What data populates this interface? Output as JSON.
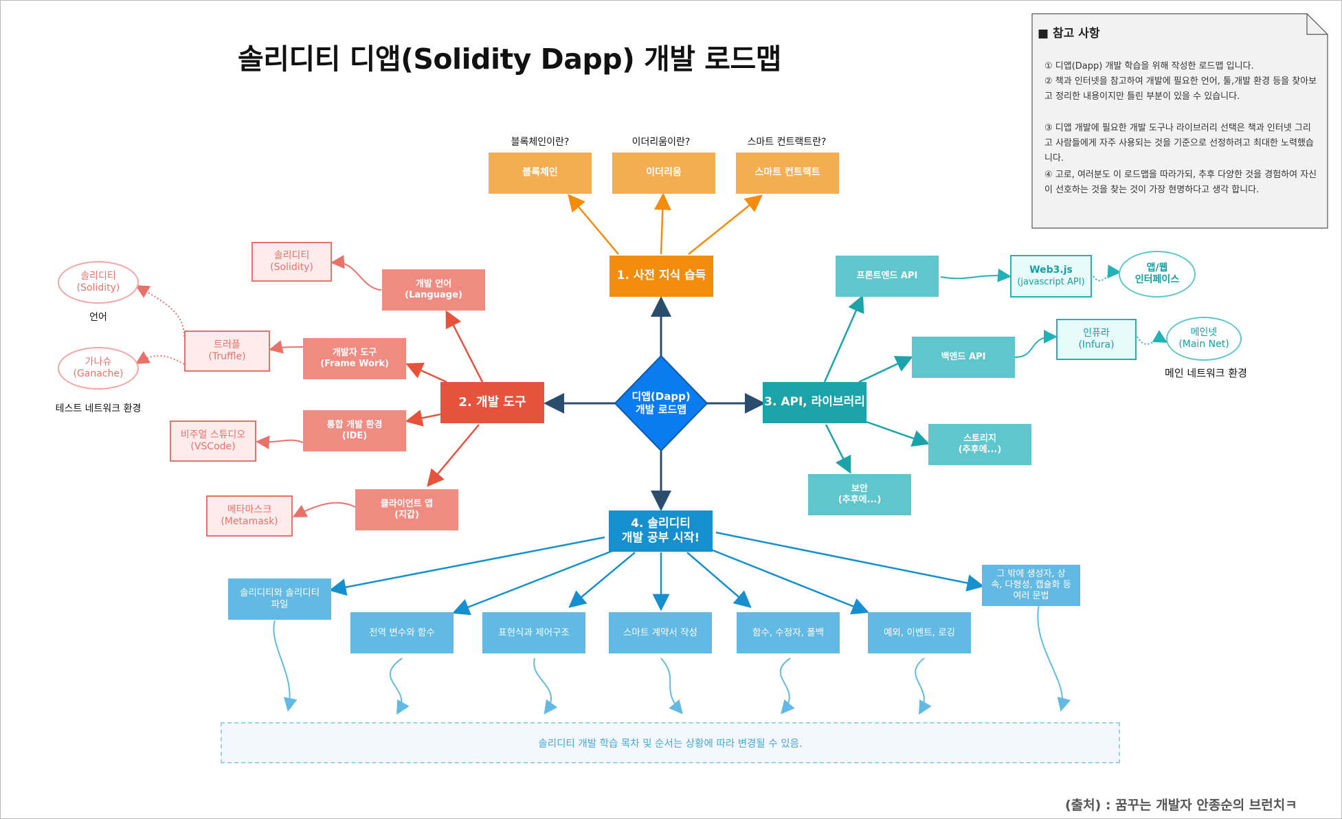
{
  "title": "솔리디티 디앱(Solidity Dapp) 개발 로드맵",
  "center": {
    "label": "디앱(Dapp)\n개발 로드맵"
  },
  "branches": {
    "prior_knowledge": "1. 사전 지식 습득",
    "dev_tools": "2. 개발 도구",
    "api": "3. API, 라이브러리",
    "study": "4. 솔리디티\n개발 공부 시작!"
  },
  "prior": {
    "questions": [
      "블록체인이란?",
      "이더리움이란?",
      "스마트 컨트랙트란?"
    ],
    "items": [
      "블록체인",
      "이더리움",
      "스마트 컨트랙트"
    ]
  },
  "tools": {
    "language": "개발 언어\n(Language)",
    "framework": "개발자 도구\n(Frame Work)",
    "ide": "통합 개발 환경\n(IDE)",
    "client": "클라이언트 앱\n(지갑)",
    "solidity_box": "솔리디티\n(Solidity)",
    "truffle": "트러플\n(Truffle)",
    "vscode": "비주얼 스튜디오\n(VSCode)",
    "metamask": "메타마스크\n(Metamask)",
    "solidity_ellipse": "솔리디티\n(Solidity)",
    "ganache": "가나슈\n(Ganache)",
    "caption_language": "언어",
    "caption_testnet": "테스트 네트워크 환경"
  },
  "api_lib": {
    "frontend": "프론트엔드 API",
    "backend": "백엔드 API",
    "storage": "스토리지\n(추후에...)",
    "security": "보안\n(추후에...)",
    "web3_title": "Web3.js",
    "web3_sub": "(javascript API)",
    "app_web": "앱/웹\n인터페이스",
    "infura": "인퓨라\n(Infura)",
    "mainnet": "메인넷\n(Main Net)",
    "caption_mainnet": "메인 네트워크 환경"
  },
  "study_items": [
    "솔리디티와 솔리디티\n파일",
    "전역 변수와 함수",
    "표현식과 제어구조",
    "스마트 계약서 작성",
    "함수, 수정자, 폴백",
    "예외, 이벤트, 로깅",
    "그 밖에 생성자, 상\n속, 다형성, 캡슐화 등\n여러 문법"
  ],
  "footer_note": "솔리디티 개발 학습 목차 및 순서는 상황에 따라 변경될 수 있음.",
  "notes": {
    "title": "■ 참고 사항",
    "items": [
      "① 디앱(Dapp) 개발 학습을 위해 작성한 로드맵 입니다.",
      "② 책과 인터넷을 참고하여 개발에 필요한 언어, 툴,개발 환경 등을 찾아보고 정리한 내용이지만 틀린 부분이 있을 수 있습니다.",
      "③ 디앱 개발에 필요한 개발 도구나 라이브러리 선택은 책과 인터넷 그리고 사람들에게 자주 사용되는 것을 기준으로 선정하려고 최대한 노력했습니다.",
      "④ 고로, 여러분도 이 로드맵을 따라가되, 추후 다양한 것을 경험하여 자신이 선호하는 것을 찾는 것이 가장 현명하다고 생각 합니다."
    ]
  },
  "credit": "(출처) : 꿈꾸는 개발자  안종순의 브런치ㅋ",
  "colors": {
    "orange": "#f28c0a",
    "red": "#e5533d",
    "teal": "#1aa3a8",
    "blue": "#168fcf",
    "center": "#0a7cf0"
  }
}
